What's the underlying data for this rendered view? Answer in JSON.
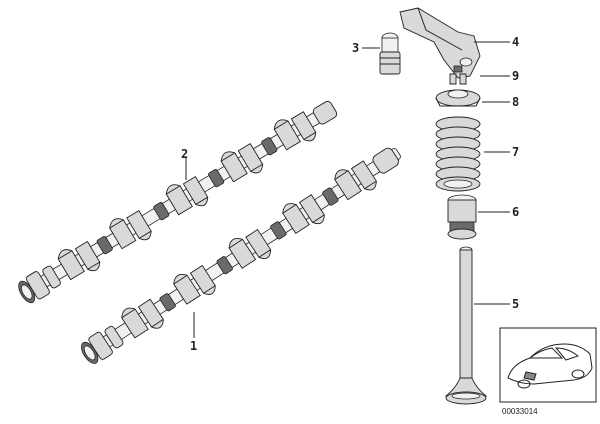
{
  "callouts": [
    {
      "id": "1",
      "label": "1",
      "part": "camshaft-lower"
    },
    {
      "id": "2",
      "label": "2",
      "part": "camshaft-upper"
    },
    {
      "id": "3",
      "label": "3",
      "part": "hydraulic-tappet"
    },
    {
      "id": "4",
      "label": "4",
      "part": "rocker-arm"
    },
    {
      "id": "5",
      "label": "5",
      "part": "valve"
    },
    {
      "id": "6",
      "label": "6",
      "part": "valve-stem-seal"
    },
    {
      "id": "7",
      "label": "7",
      "part": "valve-spring"
    },
    {
      "id": "8",
      "label": "8",
      "part": "spring-retainer"
    },
    {
      "id": "9",
      "label": "9",
      "part": "valve-keeper"
    }
  ],
  "diagram_code": "00033014",
  "colors": {
    "ink": "#222222",
    "metal": "#d9d9d9",
    "shadow": "#6a6a6a",
    "background": "#ffffff"
  }
}
